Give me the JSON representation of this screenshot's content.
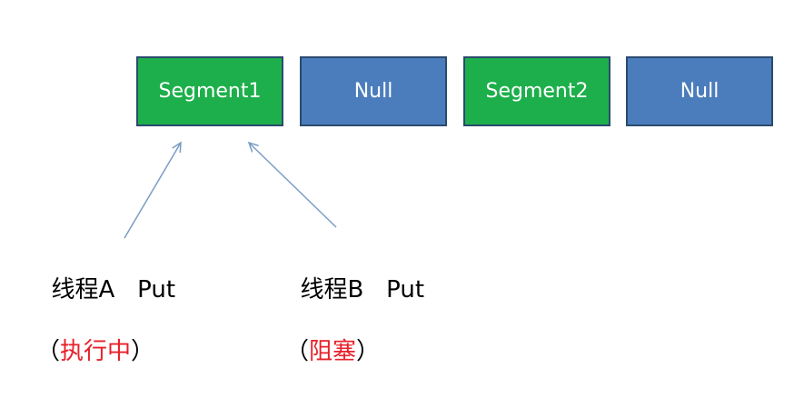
{
  "segments": [
    {
      "label": "Segment1",
      "kind": "filled"
    },
    {
      "label": "Null",
      "kind": "empty"
    },
    {
      "label": "Segment2",
      "kind": "filled"
    },
    {
      "label": "Null",
      "kind": "empty"
    }
  ],
  "colors": {
    "segment_filled": "#1daf4b",
    "segment_empty": "#4b7dbd",
    "segment_border": "#2a4a6e",
    "arrow": "#7a9cc6",
    "status_text": "#e8202a"
  },
  "threads": [
    {
      "name": "线程A",
      "action": "Put",
      "open_paren": "（",
      "status": "执行中",
      "close_paren": "）"
    },
    {
      "name": "线程B",
      "action": "Put",
      "open_paren": "（",
      "status": "阻塞",
      "close_paren": "）"
    }
  ]
}
